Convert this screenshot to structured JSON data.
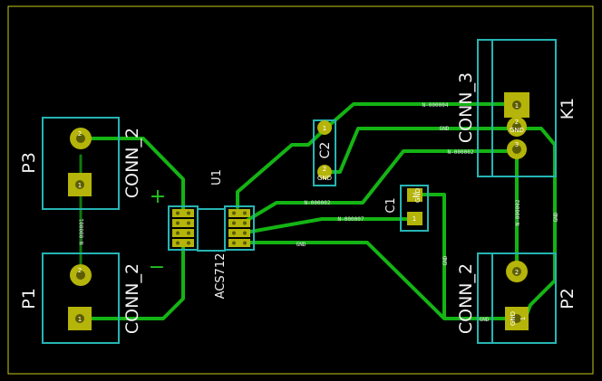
{
  "colors": {
    "background": "#000000",
    "board_edge": "#c8c81e",
    "courtyard": "#26b4b4",
    "pad": "#b4b40a",
    "copper": "#14b414",
    "text": "#f2f2f2"
  },
  "components": {
    "p3": {
      "ref": "P3",
      "value": "CONN_2",
      "pin1": "1",
      "pin2": "2"
    },
    "p1": {
      "ref": "P1",
      "value": "CONN_2",
      "pin1": "1",
      "pin2": "2"
    },
    "u1": {
      "ref": "U1",
      "value": "ACS712",
      "plus": "+",
      "minus": "−"
    },
    "c2": {
      "ref": "C2",
      "pin1": "1",
      "pin2": "2",
      "pin2_net": "GND"
    },
    "c1": {
      "ref": "C1",
      "pin1": "1",
      "pin2": "2",
      "pin2_net": "GND"
    },
    "k1": {
      "ref": "K1",
      "value": "CONN_3",
      "pin1": "1",
      "pin2": "2",
      "pin3": "3",
      "pin2_net": "GND"
    },
    "p2": {
      "ref": "P2",
      "value": "CONN_2",
      "pin1": "1",
      "pin2": "2",
      "pin1_net": "GND"
    }
  },
  "nets": {
    "n_000004": "N-000004",
    "n_000002": "N-000002",
    "n_000007": "N-000007",
    "n_000001": "N-000001",
    "gnd": "GND"
  }
}
